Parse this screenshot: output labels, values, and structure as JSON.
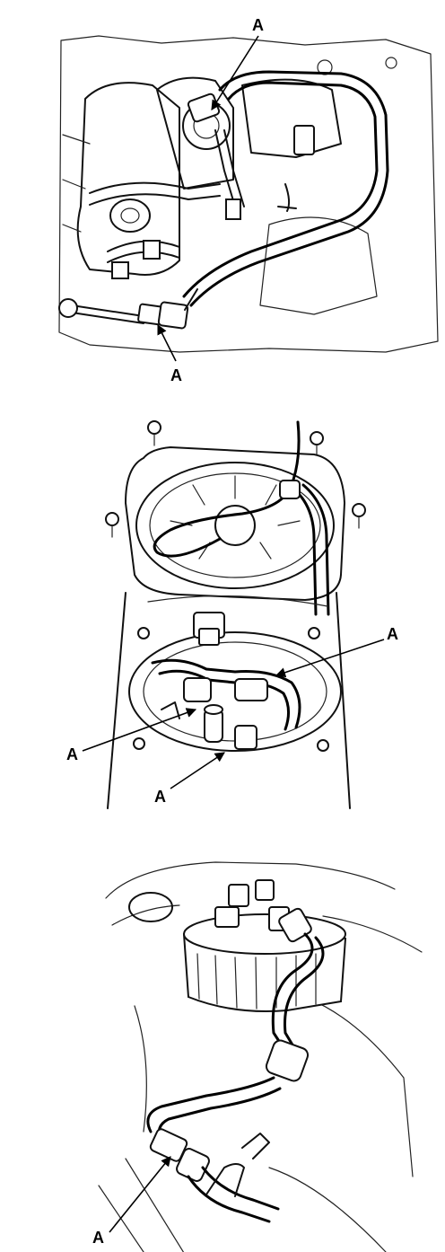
{
  "figures": [
    {
      "id": "engine-bay-view",
      "callouts": [
        "A",
        "A"
      ]
    },
    {
      "id": "fuel-pump-access-panel-view",
      "callouts": [
        "A",
        "A",
        "A"
      ]
    },
    {
      "id": "fuel-tank-unit-view",
      "callouts": [
        "A"
      ]
    }
  ],
  "label_text": "A",
  "colors": {
    "line": "#111111",
    "background": "#ffffff"
  }
}
